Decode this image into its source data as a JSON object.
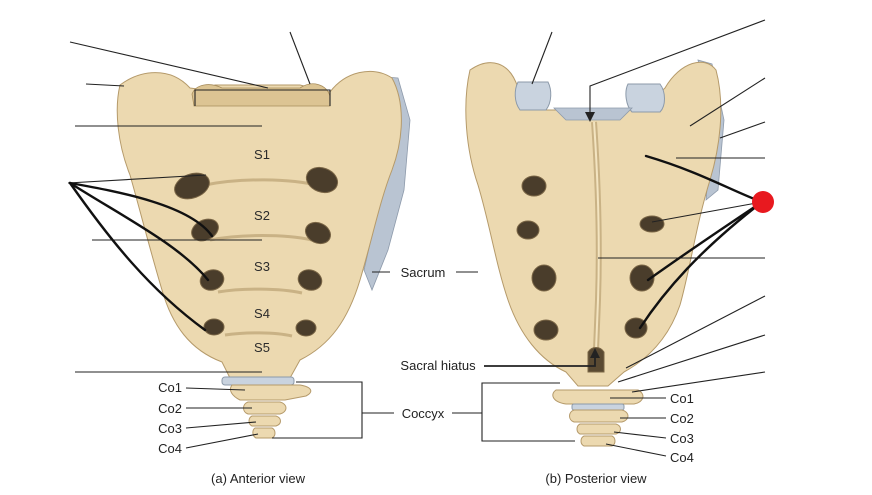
{
  "segments": [
    "S1",
    "S2",
    "S3",
    "S4",
    "S5"
  ],
  "coccyx_segments": [
    "Co1",
    "Co2",
    "Co3",
    "Co4"
  ],
  "labels": {
    "sacrum": "Sacrum",
    "coccyx": "Coccyx",
    "sacral_hiatus": "Sacral hiatus"
  },
  "captions": {
    "anterior": "(a) Anterior view",
    "posterior": "(b) Posterior view"
  },
  "colors": {
    "bone": "#ecd9b0",
    "marker": "#e8191f"
  }
}
